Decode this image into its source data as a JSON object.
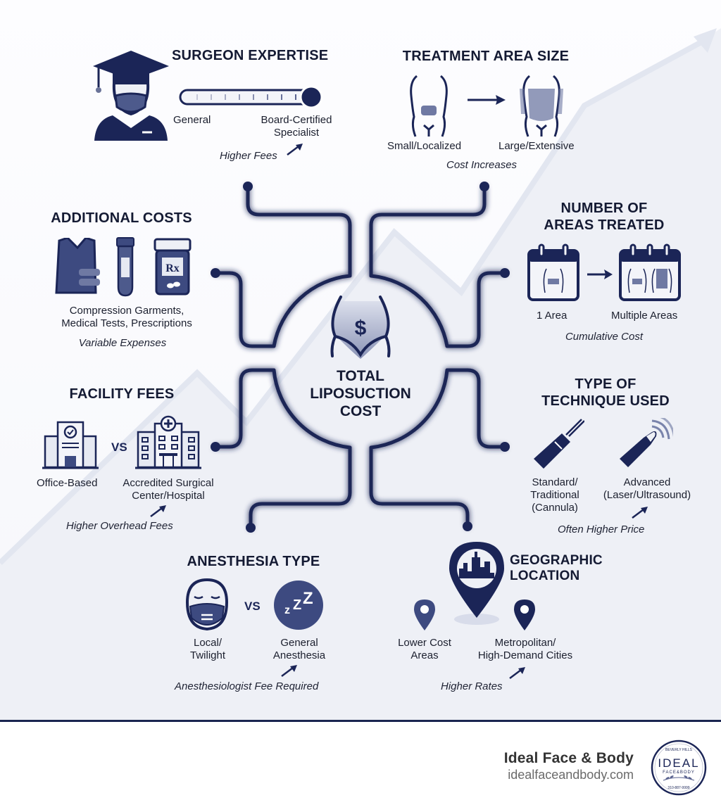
{
  "center": {
    "title_lines": [
      "TOTAL",
      "LIPOSUCTION",
      "COST"
    ],
    "icon": "torso-dollar-icon"
  },
  "factors": {
    "surgeon_expertise": {
      "title": "SURGEON EXPERTISE",
      "icon": "surgeon-graduate-icon",
      "scale_left": "General",
      "scale_right_line1": "Board-Certified",
      "scale_right_line2": "Specialist",
      "note": "Higher Fees"
    },
    "treatment_area_size": {
      "title": "TREATMENT AREA SIZE",
      "left_label": "Small/Localized",
      "right_label": "Large/Extensive",
      "note": "Cost Increases"
    },
    "additional_costs": {
      "title": "ADDITIONAL COSTS",
      "label_line1": "Compression Garments,",
      "label_line2": "Medical Tests, Prescriptions",
      "note": "Variable Expenses",
      "rx_text": "Rx"
    },
    "number_of_areas": {
      "title_line1": "NUMBER OF",
      "title_line2": "AREAS TREATED",
      "left_label": "1 Area",
      "right_label": "Multiple Areas",
      "note": "Cumulative Cost"
    },
    "facility_fees": {
      "title": "FACILITY FEES",
      "left_label": "Office-Based",
      "vs": "VS",
      "right_label_line1": "Accredited Surgical",
      "right_label_line2": "Center/Hospital",
      "note": "Higher Overhead Fees"
    },
    "technique": {
      "title_line1": "TYPE OF",
      "title_line2": "TECHNIQUE USED",
      "left_line1": "Standard/",
      "left_line2": "Traditional",
      "left_line3": "(Cannula)",
      "right_line1": "Advanced",
      "right_line2": "(Laser/Ultrasound)",
      "note": "Often Higher Price"
    },
    "anesthesia": {
      "title": "ANESTHESIA TYPE",
      "left_line1": "Local/",
      "left_line2": "Twilight",
      "vs": "VS",
      "right_line1": "General",
      "right_line2": "Anesthesia",
      "note": "Anesthesiologist Fee Required",
      "zzz": "zZZ"
    },
    "location": {
      "title_line1": "GEOGRAPHIC",
      "title_line2": "LOCATION",
      "left_line1": "Lower Cost",
      "left_line2": "Areas",
      "right_line1": "Metropolitan/",
      "right_line2": "High-Demand Cities",
      "note": "Higher Rates"
    }
  },
  "footer": {
    "brand_name": "Ideal Face & Body",
    "brand_url": "idealfaceandbody.com",
    "seal_top": "BEVERLY HILLS",
    "seal_main": "IDEAL",
    "seal_sub": "FACE&BODY",
    "seal_phone": "310-887-9999"
  },
  "colors": {
    "navy": "#1b2557",
    "ink": "#141a33",
    "icon_fill": "#3d4a80",
    "icon_light": "#dfe3f0",
    "bg_arrow": "#e6e9f2",
    "footer_rule": "#1a2550"
  }
}
